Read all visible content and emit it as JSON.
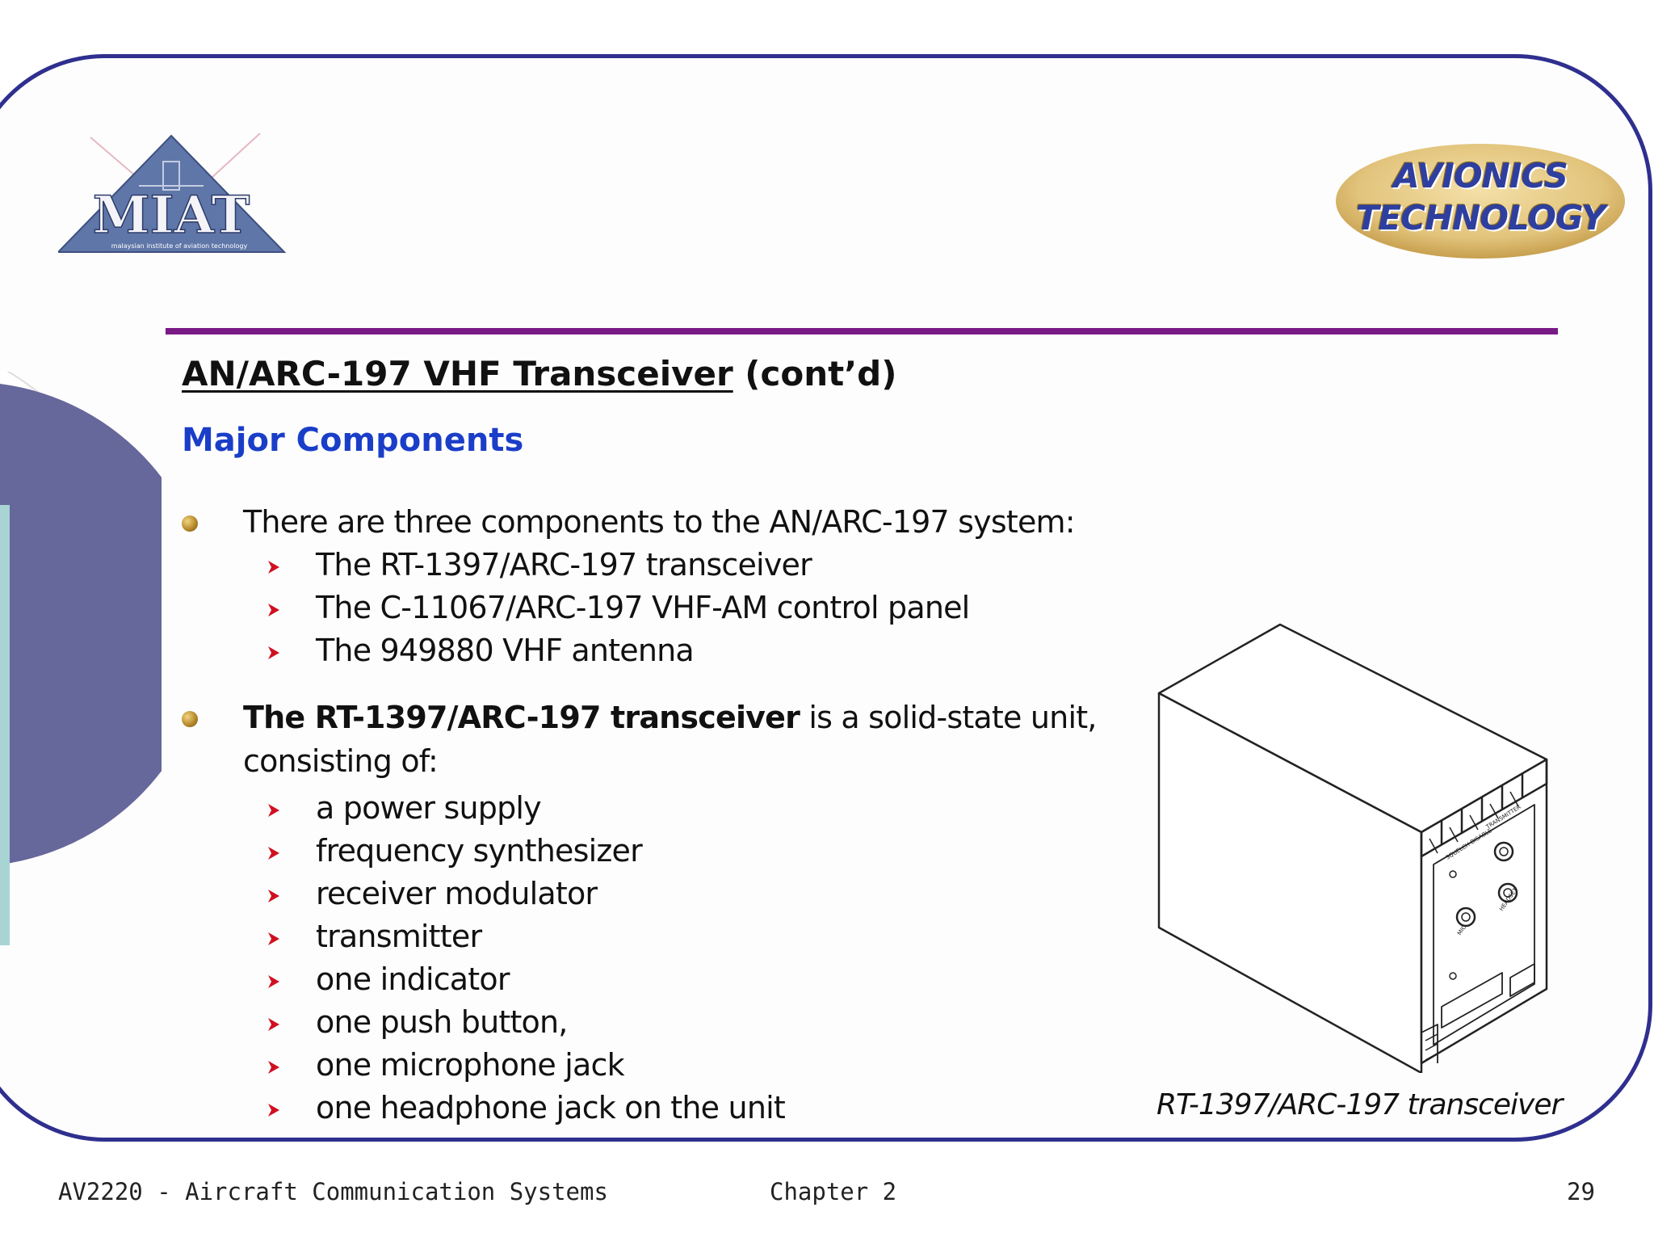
{
  "header": {
    "logo_text": "MIAT",
    "logo_subtext": "malaysian institute of aviation technology",
    "badge_line1": "AVIONICS",
    "badge_line2": "TECHNOLOGY"
  },
  "slide": {
    "title_main": "AN/ARC-197 VHF Transceiver",
    "title_suffix": " (cont’d)",
    "subtitle": "Major Components",
    "bullet1": "There are three components to the AN/ARC-197 system:",
    "bullet1_items": [
      "The RT-1397/ARC-197 transceiver",
      "The C-11067/ARC-197 VHF-AM control panel",
      "The 949880 VHF antenna"
    ],
    "bullet2_bold": "The RT-1397/ARC-197 transceiver",
    "bullet2_rest": " is a solid-state unit,",
    "bullet2_line2": "consisting of:",
    "bullet2_items": [
      "a power supply",
      "frequency synthesizer",
      "receiver modulator",
      "transmitter",
      "one indicator",
      "one push button,",
      "one microphone jack",
      "one headphone jack on the unit"
    ]
  },
  "figure": {
    "caption": "RT-1397/ARC-197 transceiver",
    "panel_labels": [
      "SQUELCH DISABLE",
      "TRANSMITTER",
      "HEADSET",
      "MIC"
    ]
  },
  "footer": {
    "course": "AV2220 - Aircraft Communication Systems",
    "chapter": "Chapter 2",
    "page": "29"
  },
  "colors": {
    "frame": "#2f2f8f",
    "title_rule": "#7a1a86",
    "subtitle": "#1a3ec8",
    "arrow": "#d01020",
    "deco_circle": "#66679a",
    "deco_bar": "#a8d4d4"
  }
}
